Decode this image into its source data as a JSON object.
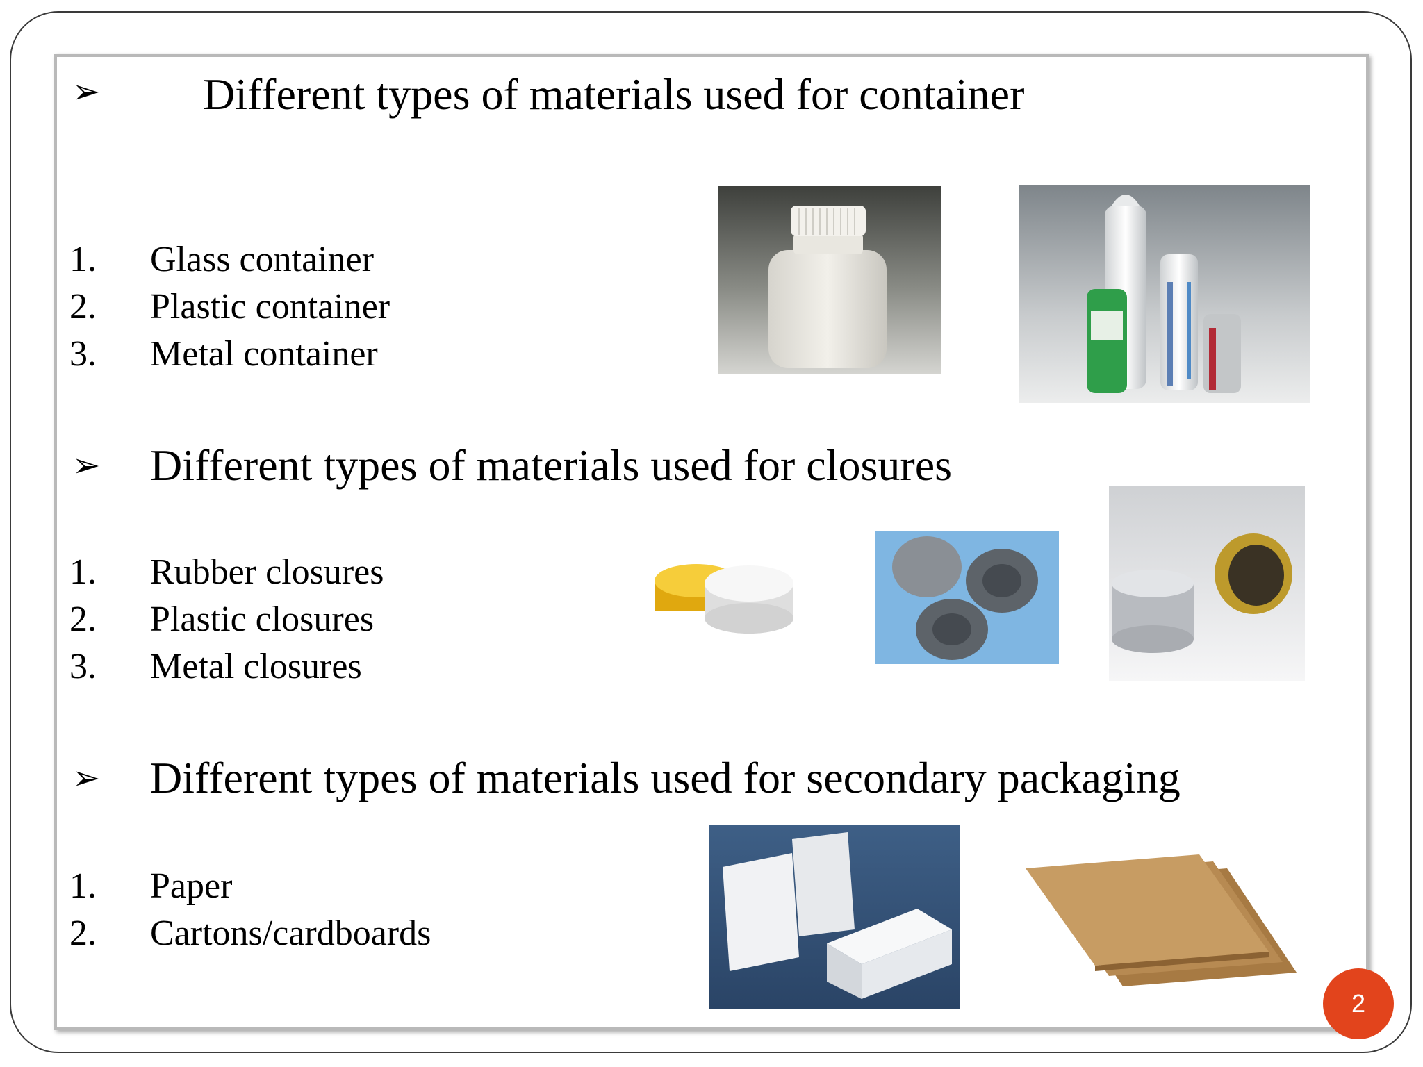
{
  "slide": {
    "page_number": "2",
    "sections": [
      {
        "heading": "Different types of materials used for container",
        "items": [
          {
            "num": "1.",
            "text": "Glass container"
          },
          {
            "num": "2.",
            "text": "Plastic container"
          },
          {
            "num": "3.",
            "text": "Metal container"
          }
        ],
        "images": [
          "plastic-bottle-photo",
          "aerosol-cans-photo"
        ]
      },
      {
        "heading": "Different types of materials used for closures",
        "items": [
          {
            "num": "1.",
            "text": "Rubber closures"
          },
          {
            "num": "2.",
            "text": "Plastic closures"
          },
          {
            "num": "3.",
            "text": "Metal closures"
          }
        ],
        "images": [
          "plastic-caps-photo",
          "rubber-stoppers-photo",
          "metal-caps-photo"
        ]
      },
      {
        "heading": "Different types of materials used for secondary packaging",
        "items": [
          {
            "num": "1.",
            "text": "Paper"
          },
          {
            "num": "2.",
            "text": "Cartons/cardboards"
          }
        ],
        "images": [
          "cartons-photo",
          "cardboard-sheets-photo"
        ]
      }
    ]
  },
  "colors": {
    "badge": "#e2441c",
    "frame": "#3a3a3a",
    "inner_border": "#b9b9b9"
  },
  "icons": {
    "bullet": "arrowhead-bullet-icon"
  }
}
